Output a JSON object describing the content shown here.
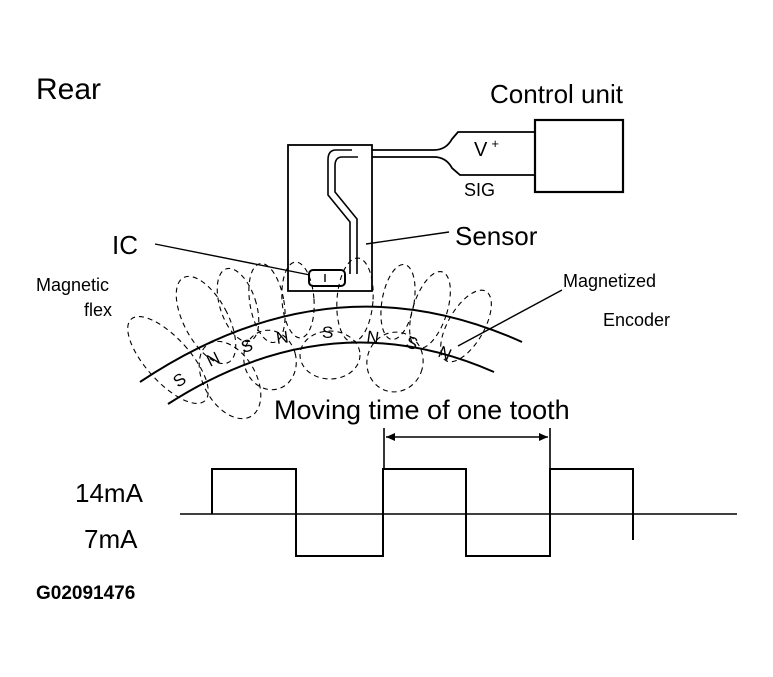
{
  "labels": {
    "view": "Rear",
    "control_unit": "Control unit",
    "vplus": "V",
    "vplus_sup": "+",
    "sig": "SIG",
    "ic": "IC",
    "sensor": "Sensor",
    "magnetic": "Magnetic",
    "flex": "flex",
    "magnetized": "Magnetized",
    "encoder": "Encoder",
    "moving_time": "Moving time of one tooth",
    "high_current": "14mA",
    "low_current": "7mA",
    "figure_id": "G02091476"
  },
  "encoder_poles": [
    "S",
    "N",
    "S",
    "N",
    "S",
    "N",
    "S",
    "N"
  ],
  "colors": {
    "ink": "#000000",
    "background": "#ffffff"
  }
}
